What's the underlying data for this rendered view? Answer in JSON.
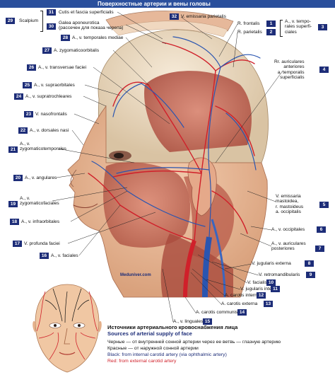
{
  "header": {
    "title": "Поверхностные артерии и вены головы"
  },
  "watermark": {
    "text": "Meduniver.com"
  },
  "labels_left": [
    {
      "num": "29",
      "text": "Scalpium"
    },
    {
      "num": "31",
      "text": "Cutis et fascia superficialis"
    },
    {
      "num": "30",
      "text": "Galea aponeurotica\n(рассечен для показа черепа)"
    },
    {
      "num": "28",
      "text": "A., v. temporales mediae"
    },
    {
      "num": "27",
      "text": "A. zygomaticoorbitalis"
    },
    {
      "num": "26",
      "text": "A., v. transversae faciei"
    },
    {
      "num": "25",
      "text": "A., v. supraorbitales"
    },
    {
      "num": "24",
      "text": "A., v. supratrochleares"
    },
    {
      "num": "23",
      "text": "V. nasofrontalis"
    },
    {
      "num": "22",
      "text": "A., v. dorsales nasi"
    },
    {
      "num": "21",
      "text": "A., v.\nzygomaticotemporales"
    },
    {
      "num": "20",
      "text": "A., v. angulares"
    },
    {
      "num": "19",
      "text": "A., v.\nzygomaticofaciales"
    },
    {
      "num": "18",
      "text": "A., v. infraorbitales"
    },
    {
      "num": "17",
      "text": "V. profunda faciei"
    },
    {
      "num": "16",
      "text": "A., v. faciales"
    }
  ],
  "labels_right": [
    {
      "num": "32",
      "text": "V. emissaria parietalis"
    },
    {
      "num": "1",
      "text": "R. frontalis"
    },
    {
      "num": "2",
      "text": "R. parietalis"
    },
    {
      "num": "3",
      "text": "A., v. tempo-\nrales superfi-\nciales"
    },
    {
      "num": "4",
      "text": "Rr. auriculares\nanteriores\na. temporalis\nsuperficialis"
    },
    {
      "num": "5",
      "text": "V. emissaria\nmastoidea,\nr. mastoideus\na. occipitalis"
    },
    {
      "num": "6",
      "text": "A., v. occipitales"
    },
    {
      "num": "7",
      "text": "A., v. auriculares\nposteriores"
    },
    {
      "num": "8",
      "text": "V. jugularis externa"
    },
    {
      "num": "9",
      "text": "V. retromandibularis"
    },
    {
      "num": "10",
      "text": "V. facialis"
    },
    {
      "num": "11",
      "text": "V. jugularis interna"
    },
    {
      "num": "12",
      "text": "A. carotis interna"
    },
    {
      "num": "13",
      "text": "A. carotis externa"
    },
    {
      "num": "14",
      "text": "A. carotis communis"
    },
    {
      "num": "15",
      "text": "A., v. linguales"
    }
  ],
  "caption": {
    "title_ru": "Источники артериального кровоснабжения лица",
    "title_en": "Sources of arterial supply of face",
    "line1": "Черные — от внутренней сонной артерии через ее ветвь — глазную артерию",
    "line2": "Красные — от наружной сонной артерии",
    "line3": "Black: from internal carotid artery (via ophthalmic artery)",
    "line4": "Red: from external carotid artery"
  },
  "colors": {
    "header": "#2a4f9c",
    "badge": "#1d2d78",
    "artery": "#d0202a",
    "vein": "#2a55b0",
    "skin": "#e8b896"
  }
}
